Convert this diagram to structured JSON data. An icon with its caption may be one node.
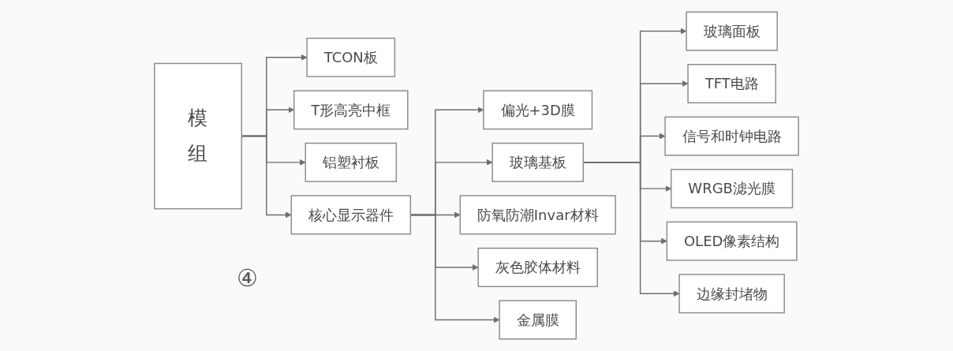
{
  "diagram": {
    "nodes": [
      {
        "text": [
          "模组"
        ]
      },
      {
        "text": [
          "TCON板"
        ]
      },
      {
        "text": [
          "T形高亮中框"
        ]
      },
      {
        "text": [
          "铝塑衬板"
        ]
      },
      {
        "text": [
          "核心显示器件"
        ]
      },
      {
        "text": [
          "偏光+3D膜"
        ]
      },
      {
        "text": [
          "玻璃基板"
        ]
      },
      {
        "text": [
          "防氧防潮Invar材料"
        ]
      },
      {
        "text": [
          "灰色胶体材料"
        ]
      },
      {
        "text": [
          "金属膜"
        ]
      },
      {
        "text": [
          "玻璃面板"
        ]
      },
      {
        "text": [
          "TFT电路"
        ]
      },
      {
        "text": [
          "信号和时钟电路"
        ]
      },
      {
        "text": [
          "WRGB滤光膜"
        ]
      },
      {
        "text": [
          "OLED像素结构"
        ]
      },
      {
        "text": [
          "边缘封堵物"
        ]
      }
    ],
    "edges": [
      {
        "from": 0,
        "to": 1,
        "arrow": "to"
      },
      {
        "from": 0,
        "to": 2,
        "arrow": "to"
      },
      {
        "from": 0,
        "to": 3,
        "arrow": "to"
      },
      {
        "from": 0,
        "to": 4,
        "arrow": "to"
      },
      {
        "from": 4,
        "to": 5,
        "arrow": "to"
      },
      {
        "from": 4,
        "to": 6,
        "arrow": "to"
      },
      {
        "from": 4,
        "to": 7,
        "arrow": "to"
      },
      {
        "from": 4,
        "to": 8,
        "arrow": "to"
      },
      {
        "from": 4,
        "to": 9,
        "arrow": "to"
      },
      {
        "from": 6,
        "to": 10,
        "arrow": "to"
      },
      {
        "from": 6,
        "to": 11,
        "arrow": "to"
      },
      {
        "from": 6,
        "to": 12,
        "arrow": "to"
      },
      {
        "from": 6,
        "to": 13,
        "arrow": "to"
      },
      {
        "from": 6,
        "to": 14,
        "arrow": "to"
      },
      {
        "from": 6,
        "to": 15,
        "arrow": "to"
      }
    ],
    "labels": [
      "④"
    ]
  }
}
